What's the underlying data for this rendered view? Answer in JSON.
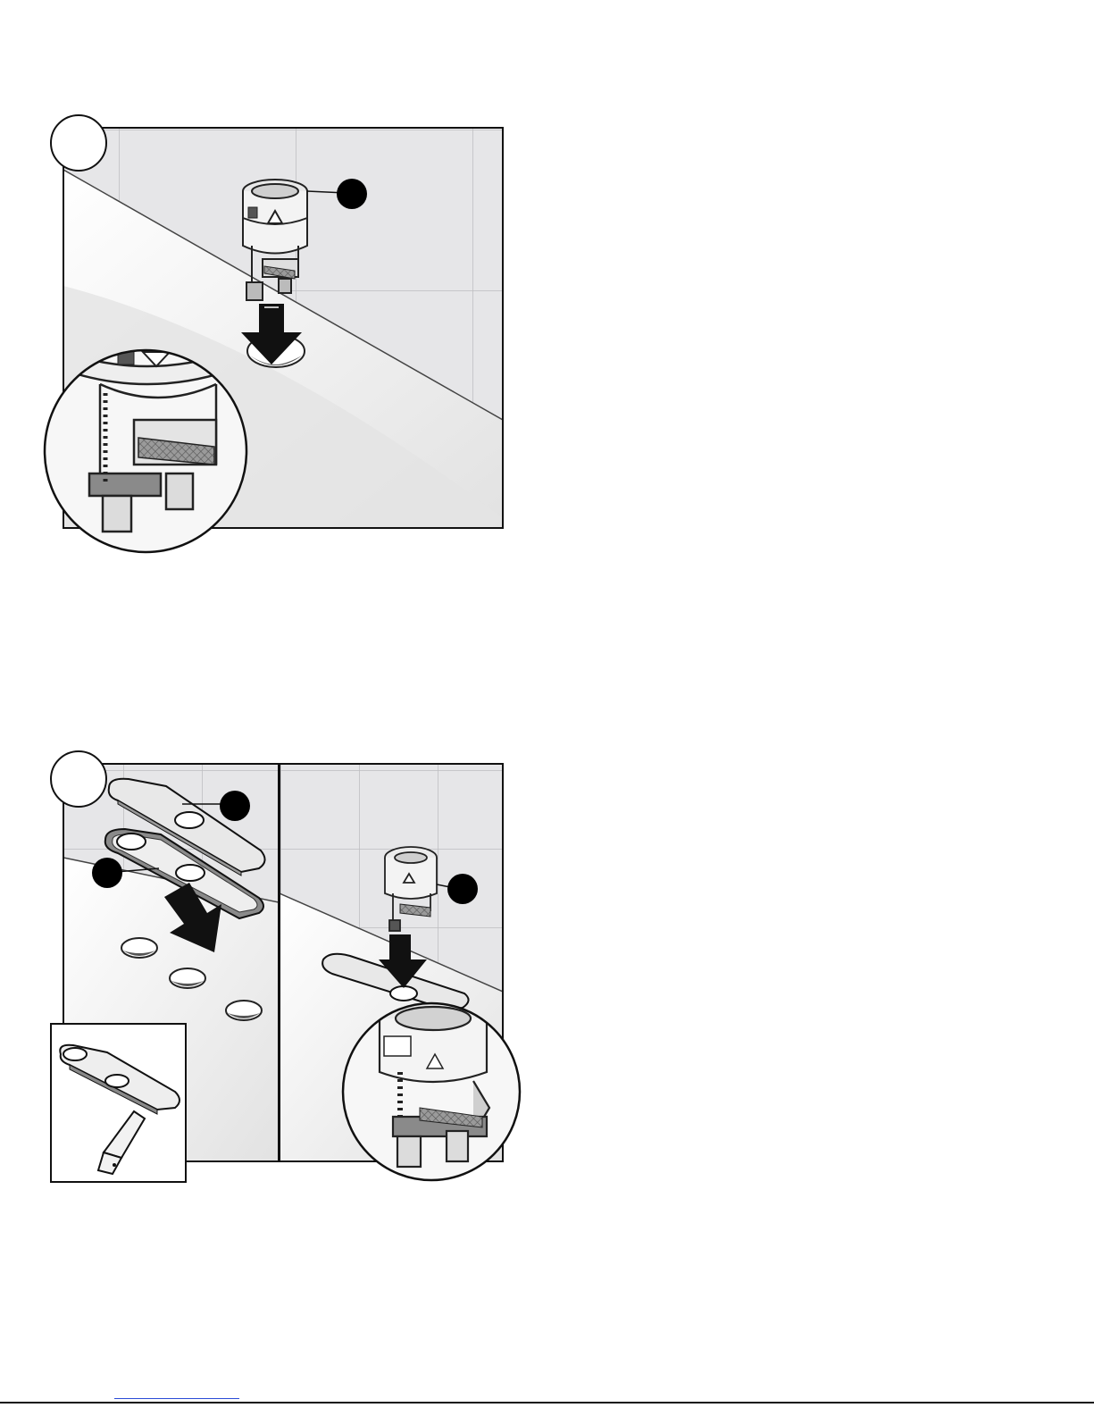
{
  "page": {
    "background": "#ffffff",
    "tile_color": "#e6e6e8",
    "grout_color": "#bdbdc0",
    "counter_color": "#f4f4f4",
    "part_dark": "#6d6d6d",
    "part_mid": "#9a9a9a",
    "ink": "#111111",
    "callout_fill": "#000000",
    "link_color": "#2a4bd6"
  },
  "figures": [
    {
      "name": "step-1-illustration",
      "step_badge_text": "",
      "callouts": [
        "valve-cartridge-callout"
      ],
      "shows": [
        "tile-wall",
        "deck-hole",
        "valve",
        "down-arrow",
        "detail-magnifier"
      ]
    },
    {
      "name": "step-2-illustration",
      "step_badge_text": "",
      "callouts": [
        "escutcheon-plate-callout",
        "gasket-callout",
        "valve-callout"
      ],
      "shows": [
        "escutcheon-plate",
        "gasket",
        "three-deck-holes",
        "sealant-inset",
        "valve-on-plate",
        "detail-magnifier"
      ]
    }
  ]
}
